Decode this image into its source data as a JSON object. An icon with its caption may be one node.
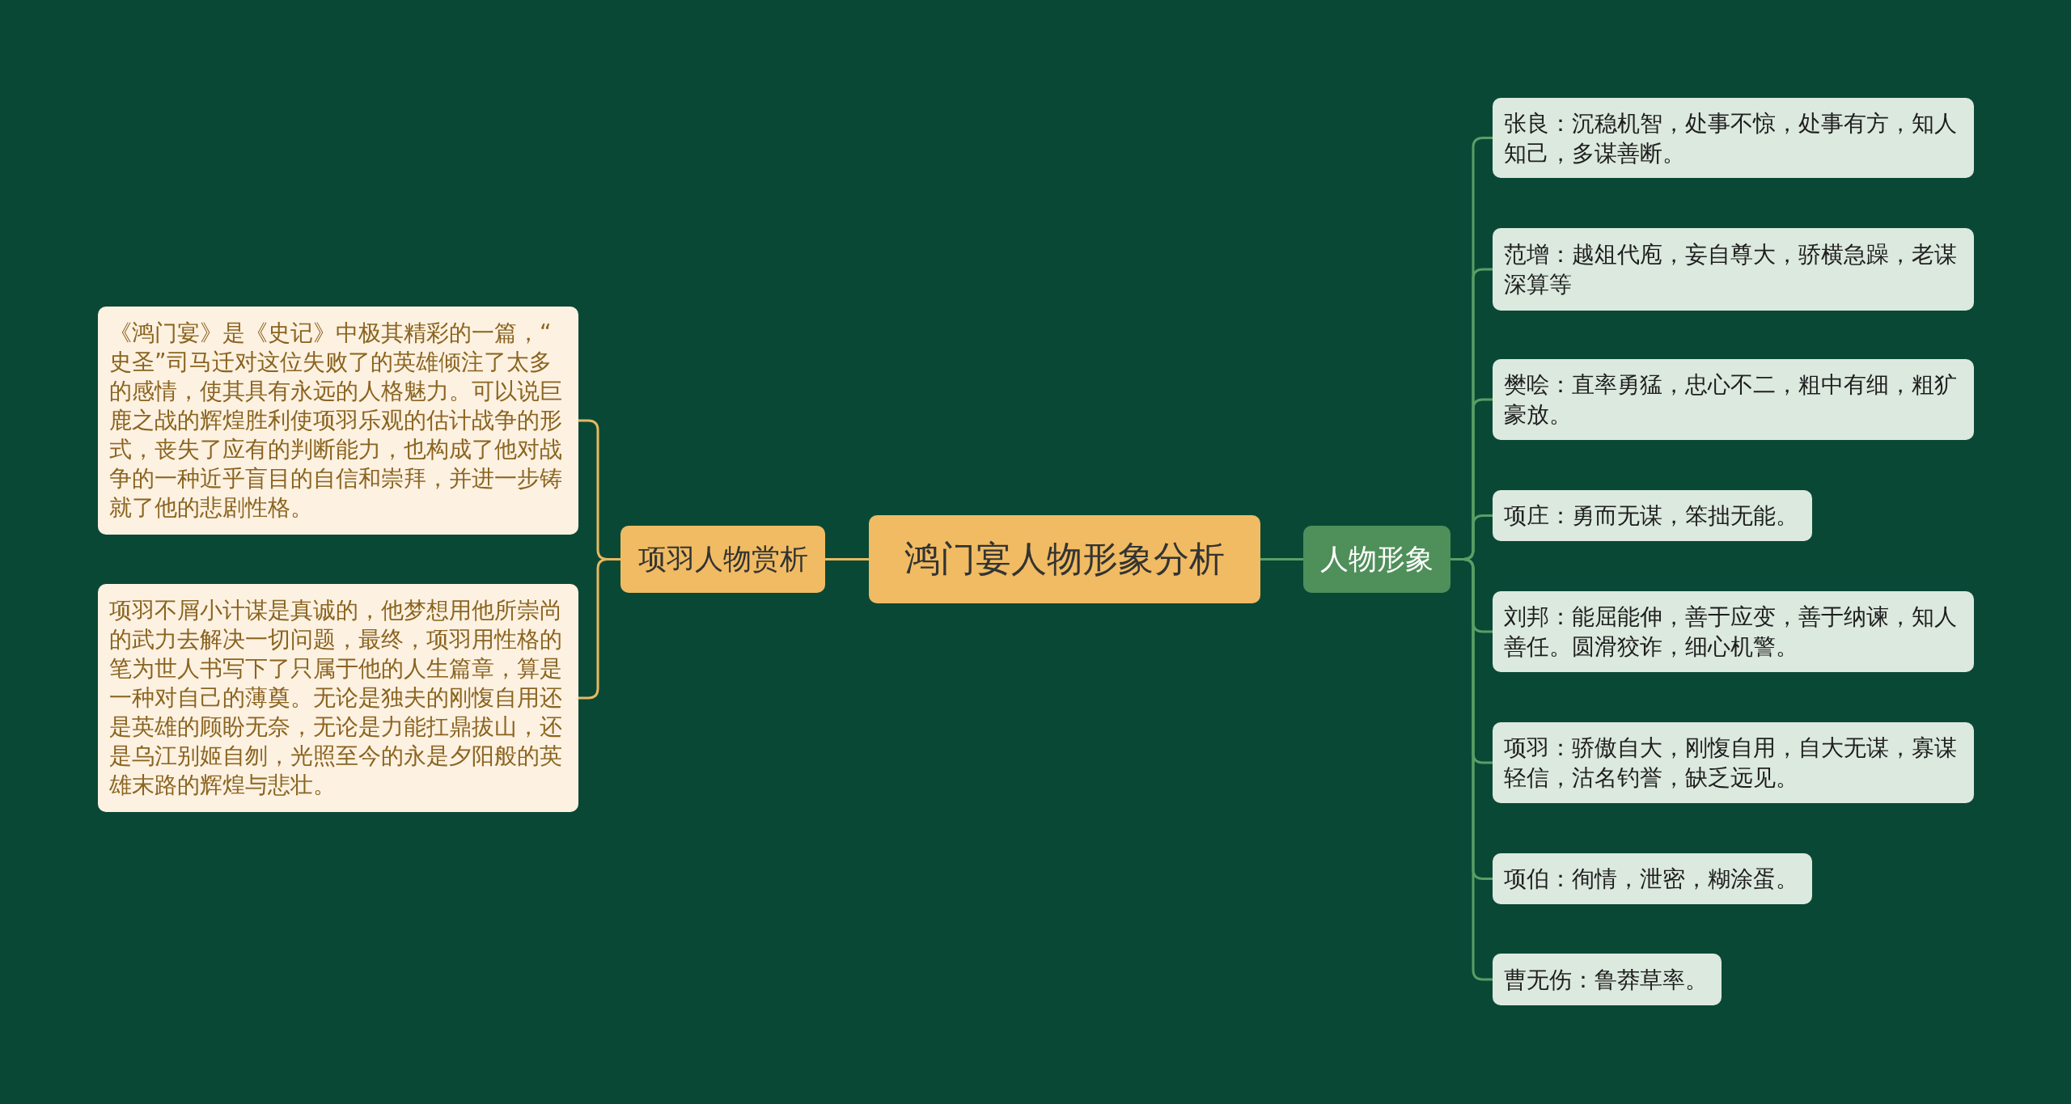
{
  "diagram": {
    "nodes": [
      {
        "text": [
          "鸿门宴人物形象分析"
        ]
      },
      {
        "text": [
          "项羽人物赏析"
        ]
      },
      {
        "text": [
          "《鸿门宴》是《史记》中极其精彩的一篇，“史圣”司马迁对这位失败了的英雄倾注了太多的感情，使其具有永远的人格魅力。可以说巨鹿之战的辉煌胜利使项羽乐观的估计战争的形式，丧失了应有的判断能力，也构成了他对战争的一种近乎盲目的自信和崇拜，并进一步铸就了他的悲剧性格。"
        ]
      },
      {
        "text": [
          "项羽不屑小计谋是真诚的，他梦想用他所崇尚的武力去解决一切问题，最终，项羽用性格的笔为世人书写下了只属于他的人生篇章，算是一种对自己的薄奠。无论是独夫的刚愎自用还是英雄的顾盼无奈，无论是力能扛鼎拔山，还是乌江别姬自刎，光照至今的永是夕阳般的英雄末路的辉煌与悲壮。"
        ]
      },
      {
        "text": [
          "人物形象"
        ]
      },
      {
        "text": [
          "张良：沉稳机智，处事不惊，处事有方，知人知己，多谋善断。"
        ]
      },
      {
        "text": [
          "范增：越俎代庖，妄自尊大，骄横急躁，老谋深算等"
        ]
      },
      {
        "text": [
          "樊哙：直率勇猛，忠心不二，粗中有细，粗犷豪放。"
        ]
      },
      {
        "text": [
          "项庄：勇而无谋，笨拙无能。"
        ]
      },
      {
        "text": [
          "刘邦：能屈能伸，善于应变，善于纳谏，知人善任。圆滑狡诈，细心机警。"
        ]
      },
      {
        "text": [
          "项羽：骄傲自大，刚愎自用，自大无谋，寡谋轻信，沽名钓誉，缺乏远见。"
        ]
      },
      {
        "text": [
          "项伯：徇情，泄密，糊涂蛋。"
        ]
      },
      {
        "text": [
          "曹无伤：鲁莽草率。"
        ]
      }
    ],
    "edges": [
      {
        "from": 0,
        "to": 1,
        "arrow": "none",
        "color": "#e8b860"
      },
      {
        "from": 1,
        "to": 2,
        "arrow": "none",
        "color": "#e8b860"
      },
      {
        "from": 1,
        "to": 3,
        "arrow": "none",
        "color": "#e8b860"
      },
      {
        "from": 0,
        "to": 4,
        "arrow": "none"
      },
      {
        "from": 4,
        "to": 5,
        "arrow": "none"
      },
      {
        "from": 4,
        "to": 6,
        "arrow": "none"
      },
      {
        "from": 4,
        "to": 7,
        "arrow": "none"
      },
      {
        "from": 4,
        "to": 8,
        "arrow": "none"
      },
      {
        "from": 4,
        "to": 9,
        "arrow": "none"
      },
      {
        "from": 4,
        "to": 10,
        "arrow": "none"
      },
      {
        "from": 4,
        "to": 11,
        "arrow": "none"
      },
      {
        "from": 4,
        "to": 12,
        "arrow": "none"
      }
    ]
  }
}
